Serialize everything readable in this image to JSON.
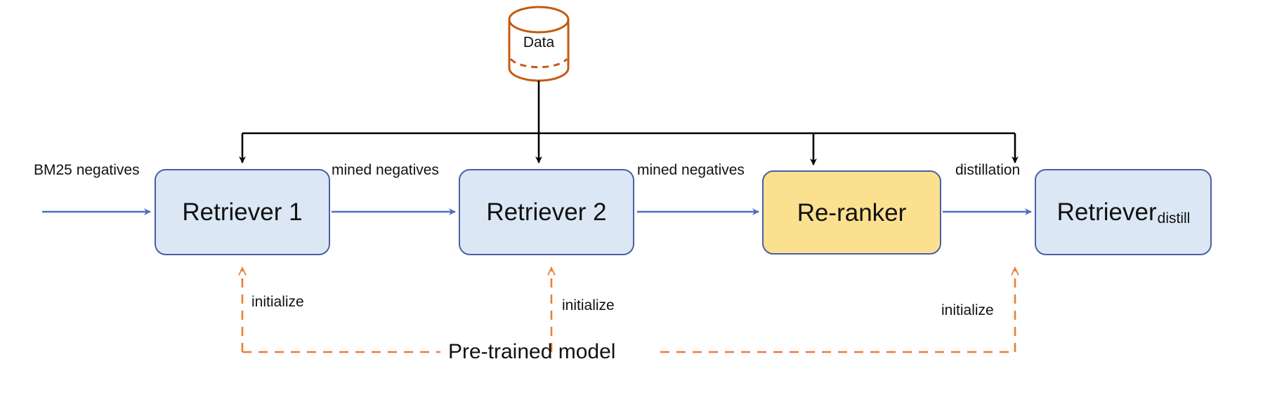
{
  "diagram": {
    "title_text": "Pre-trained model",
    "colors": {
      "retriever_fill": "#dce7f5",
      "retriever_stroke": "#4a5fa5",
      "reranker_fill": "#fbe08f",
      "reranker_stroke": "#4a5fa5",
      "data_stroke": "#c55a11",
      "blue_arrow": "#4a6fc0",
      "black_arrow": "#000000",
      "orange_dashed": "#ed7d31",
      "text": "#111111"
    },
    "datastore": {
      "label": "Data",
      "icon": "cylinder-database-icon"
    },
    "nodes": [
      {
        "id": "retriever1",
        "label": "Retriever 1",
        "sub": "",
        "kind": "retriever"
      },
      {
        "id": "retriever2",
        "label": "Retriever 2",
        "sub": "",
        "kind": "retriever"
      },
      {
        "id": "reranker",
        "label": "Re-ranker",
        "sub": "",
        "kind": "reranker"
      },
      {
        "id": "retriever_distill",
        "label": "Retriever",
        "sub": "distill",
        "kind": "retriever"
      }
    ],
    "edge_labels": {
      "bm25": "BM25 negatives",
      "mined1": "mined negatives",
      "mined2": "mined negatives",
      "distillation": "distillation"
    },
    "init_labels": {
      "init1": "initialize",
      "init2": "initialize",
      "init3": "initialize"
    }
  }
}
